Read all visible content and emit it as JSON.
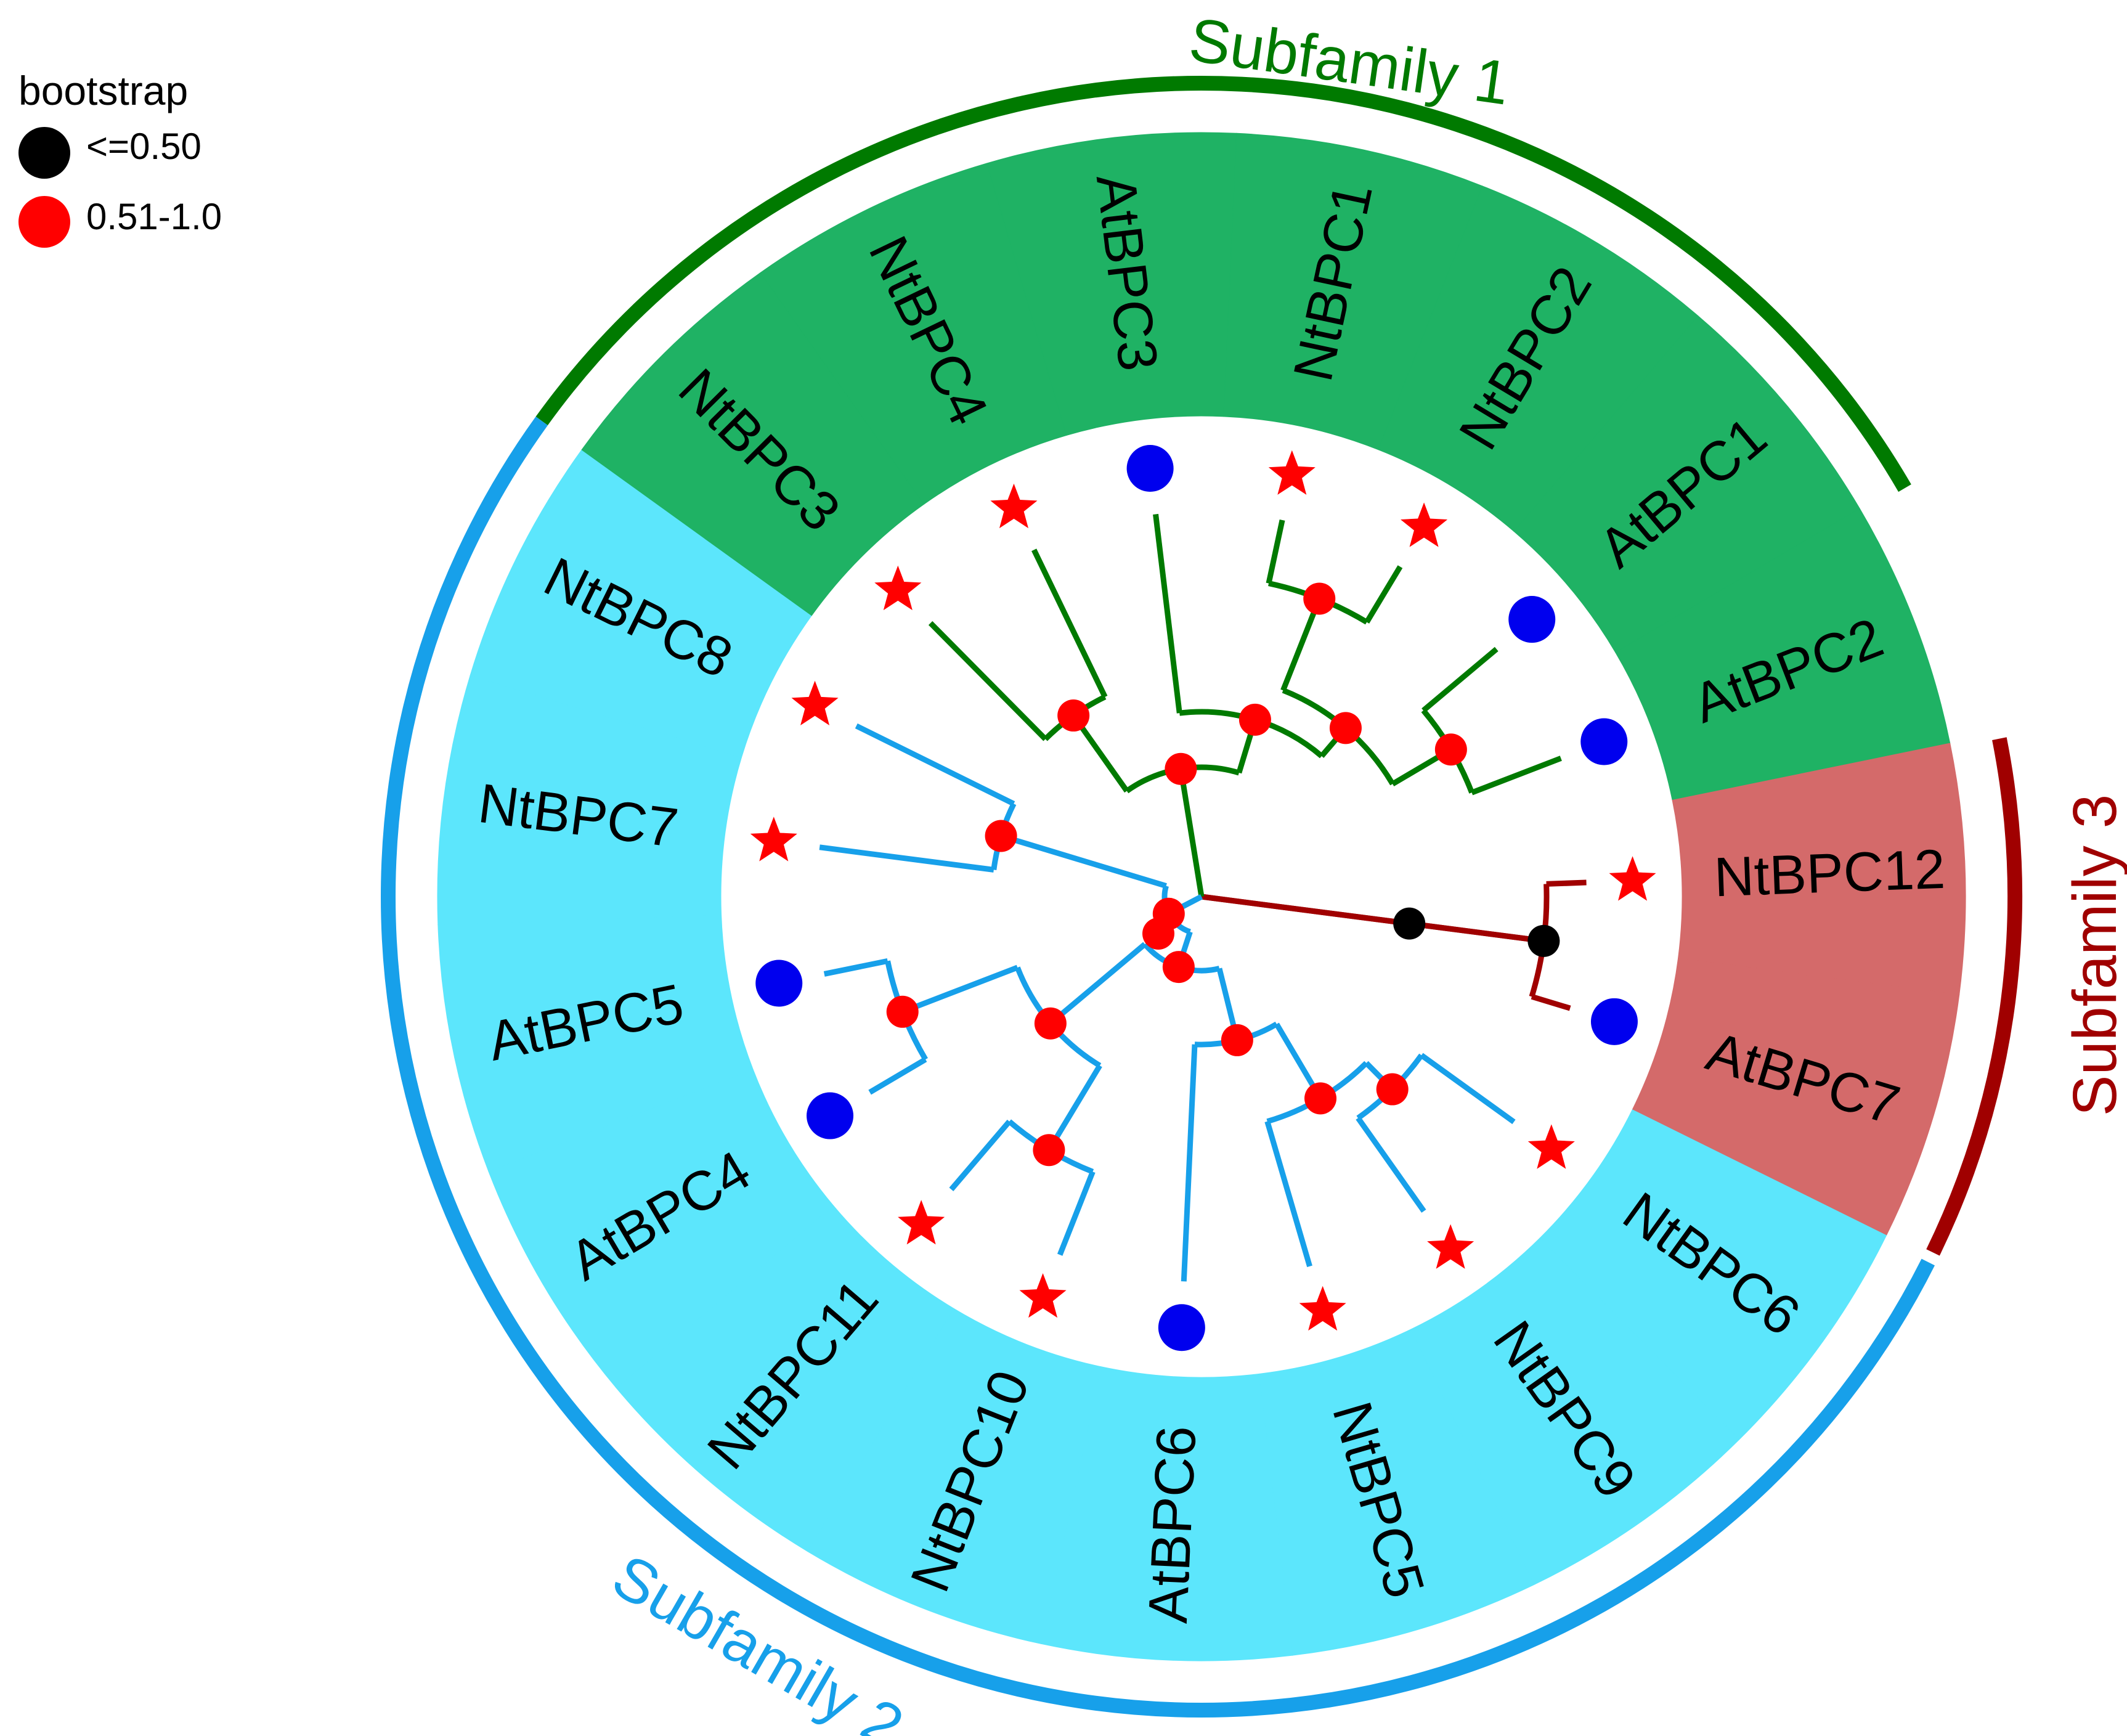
{
  "legend": {
    "title": "bootstrap",
    "items": [
      {
        "label": "<=0.50",
        "color": "#000000"
      },
      {
        "label": "0.51-1.0",
        "color": "#ff0000"
      }
    ]
  },
  "subfamilies": [
    {
      "name": "Subfamily 1",
      "color": "#007a00",
      "fill": "#1fb264"
    },
    {
      "name": "Subfamily 2",
      "color": "#17a0ea",
      "fill": "#5ce6fc"
    },
    {
      "name": "Subfamily 3",
      "color": "#a00000",
      "fill": "#d46a6a"
    }
  ],
  "leaves": [
    {
      "name": "AtBPC1",
      "subfamily": 0,
      "marker": "circle"
    },
    {
      "name": "AtBPC2",
      "subfamily": 0,
      "marker": "circle"
    },
    {
      "name": "NtBPC12",
      "subfamily": 2,
      "marker": "star"
    },
    {
      "name": "AtBPC7",
      "subfamily": 2,
      "marker": "circle"
    },
    {
      "name": "NtBPC6",
      "subfamily": 1,
      "marker": "star"
    },
    {
      "name": "NtBPC9",
      "subfamily": 1,
      "marker": "star"
    },
    {
      "name": "NtBPC5",
      "subfamily": 1,
      "marker": "star"
    },
    {
      "name": "AtBPC6",
      "subfamily": 1,
      "marker": "circle"
    },
    {
      "name": "NtBPC10",
      "subfamily": 1,
      "marker": "star"
    },
    {
      "name": "NtBPC11",
      "subfamily": 1,
      "marker": "star"
    },
    {
      "name": "AtBPC4",
      "subfamily": 1,
      "marker": "circle"
    },
    {
      "name": "AtBPC5",
      "subfamily": 1,
      "marker": "circle"
    },
    {
      "name": "NtBPC7",
      "subfamily": 1,
      "marker": "star"
    },
    {
      "name": "NtBPC8",
      "subfamily": 1,
      "marker": "star"
    },
    {
      "name": "NtBPC3",
      "subfamily": 0,
      "marker": "star"
    },
    {
      "name": "NtBPC4",
      "subfamily": 0,
      "marker": "star"
    },
    {
      "name": "AtBPC3",
      "subfamily": 0,
      "marker": "circle"
    },
    {
      "name": "NtBPC1",
      "subfamily": 0,
      "marker": "star"
    },
    {
      "name": "NtBPC2",
      "subfamily": 0,
      "marker": "star"
    }
  ],
  "leaf_marker_colors": {
    "circle": "#0000ee",
    "star": "#ff0000"
  }
}
